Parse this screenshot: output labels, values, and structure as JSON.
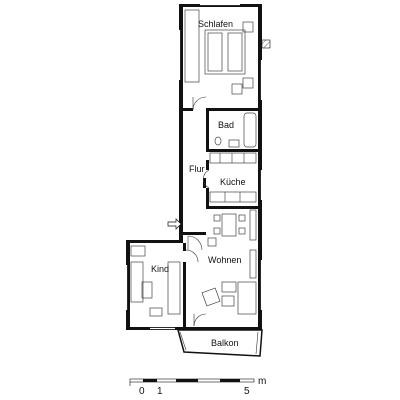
{
  "rooms": {
    "schlafen": "Schlafen",
    "bad": "Bad",
    "flur": "Flur",
    "kueche": "Küche",
    "wohnen": "Wohnen",
    "kind": "Kind",
    "balkon": "Balkon"
  },
  "scale_bar": {
    "label_0": "0",
    "label_1": "1",
    "label_5": "5",
    "unit": "m"
  },
  "colors": {
    "wall": "#111111",
    "background": "#ffffff"
  },
  "icons": {
    "entrance": "entrance-arrow-icon"
  }
}
